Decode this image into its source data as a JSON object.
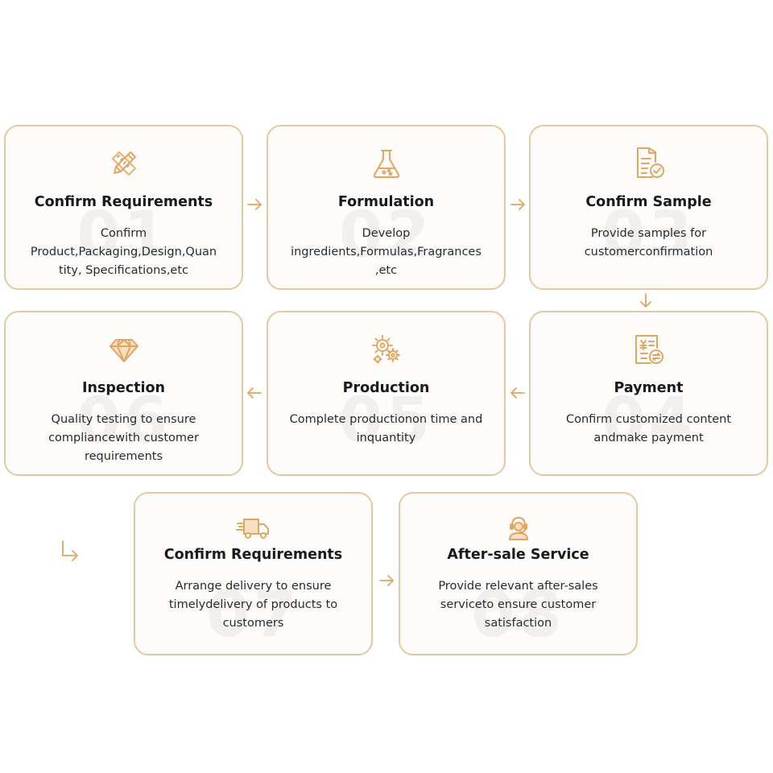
{
  "colors": {
    "accent": "#e1a65f",
    "border": "#e8c79d",
    "text": "#1a1a1a",
    "number_watermark": "#f2f0ee"
  },
  "steps": [
    {
      "number": "01",
      "icon": "pencil-ruler-icon",
      "title": "Confirm Requirements",
      "description": "Confirm Product,Packaging,Design,Quan tity, Specifications,etc"
    },
    {
      "number": "02",
      "icon": "flask-icon",
      "title": "Formulation",
      "description": "Develop ingredients,Formulas,Fragrances ,etc"
    },
    {
      "number": "03",
      "icon": "document-check-icon",
      "title": "Confirm Sample",
      "description": "Provide samples for customerconfirmation"
    },
    {
      "number": "04",
      "icon": "payment-receipt-icon",
      "title": "Payment",
      "description": "Confirm customized content andmake payment"
    },
    {
      "number": "05",
      "icon": "gears-icon",
      "title": "Production",
      "description": "Complete productionon time and inquantity"
    },
    {
      "number": "06",
      "icon": "diamond-icon",
      "title": "Inspection",
      "description": "Quality testing to ensure compliancewith customer requirements"
    },
    {
      "number": "07",
      "icon": "delivery-truck-icon",
      "title": "Confirm Requirements",
      "description": "Arrange delivery to ensure timelydelivery of products to customers"
    },
    {
      "number": "08",
      "icon": "headset-agent-icon",
      "title": "After-sale Service",
      "description": "Provide relevant after-sales serviceto ensure customer satisfaction"
    }
  ],
  "arrows": [
    {
      "name": "arrow-right-1-2",
      "direction": "right"
    },
    {
      "name": "arrow-right-2-3",
      "direction": "right"
    },
    {
      "name": "arrow-down-3-4",
      "direction": "down"
    },
    {
      "name": "arrow-left-4-5",
      "direction": "left"
    },
    {
      "name": "arrow-left-5-6",
      "direction": "left"
    },
    {
      "name": "arrow-down-right-6-7",
      "direction": "down-right"
    },
    {
      "name": "arrow-right-7-8",
      "direction": "right"
    }
  ]
}
